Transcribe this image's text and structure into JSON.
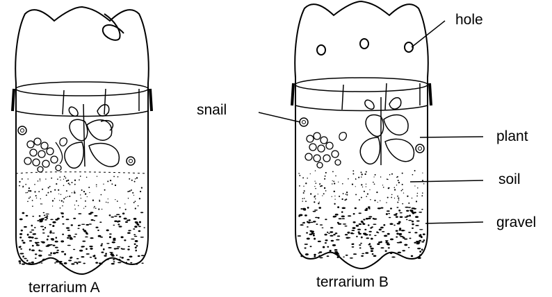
{
  "terrariums": [
    {
      "caption": "terrarium A",
      "has_holes": false
    },
    {
      "caption": "terrarium B",
      "has_holes": true
    }
  ],
  "labels": {
    "hole": "hole",
    "snail": "snail",
    "plant": "plant",
    "soil": "soil",
    "gravel": "gravel"
  },
  "colors": {
    "ink": "#000000",
    "background": "#ffffff"
  }
}
